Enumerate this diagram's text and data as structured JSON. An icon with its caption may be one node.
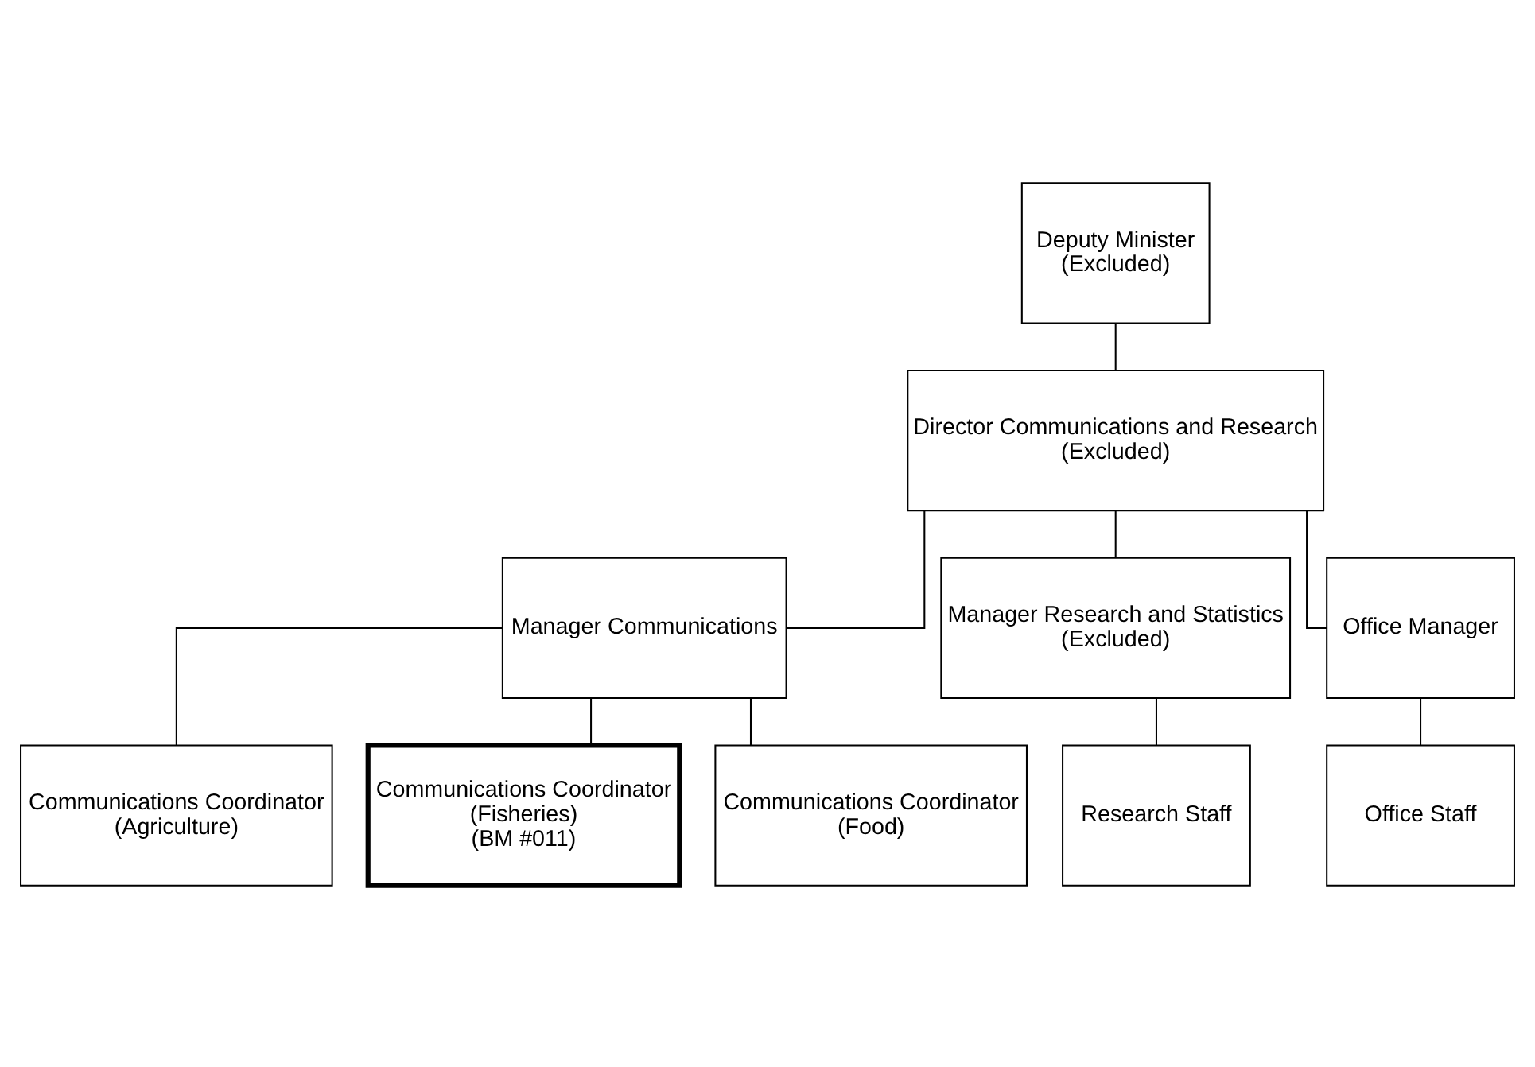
{
  "diagram": {
    "nodes": [
      {
        "text": [
          "Deputy Minister",
          "(Excluded)"
        ]
      },
      {
        "text": [
          "Director Communications and Research",
          "(Excluded)"
        ]
      },
      {
        "text": [
          "Manager Communications"
        ]
      },
      {
        "text": [
          "Manager Research and Statistics",
          "(Excluded)"
        ]
      },
      {
        "text": [
          "Office Manager"
        ]
      },
      {
        "text": [
          "Communications Coordinator",
          "(Agriculture)"
        ]
      },
      {
        "text": [
          "Communications Coordinator",
          "(Fisheries)",
          "(BM #011)"
        ]
      },
      {
        "text": [
          "Communications Coordinator",
          "(Food)"
        ]
      },
      {
        "text": [
          "Research Staff"
        ]
      },
      {
        "text": [
          "Office Staff"
        ]
      }
    ],
    "edges": [
      {
        "from": 0,
        "to": 1,
        "arrow": "none"
      },
      {
        "from": 1,
        "to": 2,
        "arrow": "none"
      },
      {
        "from": 1,
        "to": 3,
        "arrow": "none"
      },
      {
        "from": 1,
        "to": 4,
        "arrow": "none"
      },
      {
        "from": 2,
        "to": 5,
        "arrow": "none"
      },
      {
        "from": 2,
        "to": 6,
        "arrow": "none"
      },
      {
        "from": 2,
        "to": 7,
        "arrow": "none"
      },
      {
        "from": 3,
        "to": 8,
        "arrow": "none"
      },
      {
        "from": 4,
        "to": 9,
        "arrow": "none"
      }
    ]
  }
}
